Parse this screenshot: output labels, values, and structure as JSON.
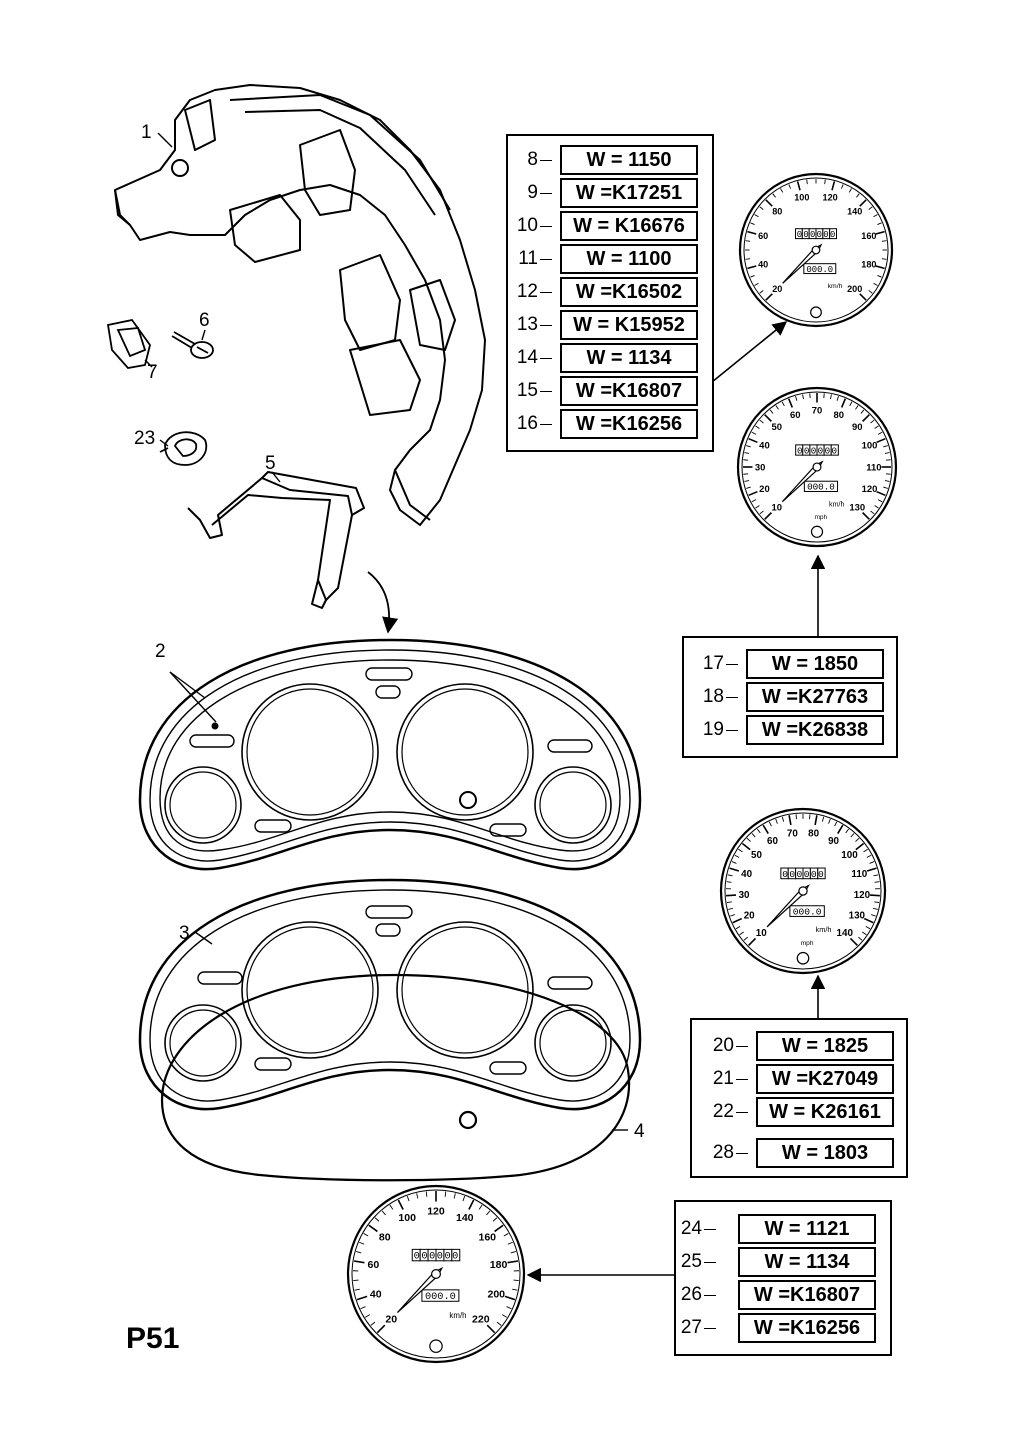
{
  "page_label": "P51",
  "callouts": {
    "c1": "1",
    "c2": "2",
    "c3": "3",
    "c4": "4",
    "c5": "5",
    "c6": "6",
    "c7": "7",
    "c23": "23"
  },
  "table_a": [
    {
      "num": "8",
      "code": "W = 1150"
    },
    {
      "num": "9",
      "code": "W =K17251"
    },
    {
      "num": "10",
      "code": "W = K16676"
    },
    {
      "num": "11",
      "code": "W = 1100"
    },
    {
      "num": "12",
      "code": "W =K16502"
    },
    {
      "num": "13",
      "code": "W = K15952"
    },
    {
      "num": "14",
      "code": "W = 1134"
    },
    {
      "num": "15",
      "code": "W =K16807"
    },
    {
      "num": "16",
      "code": "W =K16256"
    }
  ],
  "table_b": [
    {
      "num": "17",
      "code": "W = 1850"
    },
    {
      "num": "18",
      "code": "W =K27763"
    },
    {
      "num": "19",
      "code": "W =K26838"
    }
  ],
  "table_c": [
    {
      "num": "20",
      "code": "W = 1825"
    },
    {
      "num": "21",
      "code": "W =K27049"
    },
    {
      "num": "22",
      "code": "W = K26161"
    },
    {
      "num": "28",
      "code": "W = 1803"
    }
  ],
  "table_d": [
    {
      "num": "24",
      "code": "W = 1121"
    },
    {
      "num": "25",
      "code": "W = 1134"
    },
    {
      "num": "26",
      "code": "W =K16807"
    },
    {
      "num": "27",
      "code": "W =K16256"
    }
  ],
  "gauge_a": {
    "ticks": [
      "20",
      "40",
      "60",
      "80",
      "100",
      "120",
      "140",
      "160",
      "180",
      "200"
    ],
    "odometer": "000000",
    "trip": "000.0",
    "unit": "km/h"
  },
  "gauge_b": {
    "ticks": [
      "10",
      "20",
      "30",
      "40",
      "50",
      "60",
      "70",
      "80",
      "90",
      "100",
      "110",
      "120",
      "130"
    ],
    "odometer": "000000",
    "trip": "000.0",
    "unit": "km/h",
    "sub": "mph"
  },
  "gauge_c": {
    "ticks": [
      "10",
      "20",
      "30",
      "40",
      "50",
      "60",
      "70",
      "80",
      "90",
      "100",
      "110",
      "120",
      "130",
      "140"
    ],
    "odometer": "000000",
    "trip": "000.0",
    "unit": "km/h",
    "sub": "mph"
  },
  "gauge_d": {
    "ticks": [
      "20",
      "40",
      "60",
      "80",
      "100",
      "120",
      "140",
      "160",
      "180",
      "200",
      "220"
    ],
    "odometer": "000000",
    "trip": "000.0",
    "unit": "km/h"
  }
}
